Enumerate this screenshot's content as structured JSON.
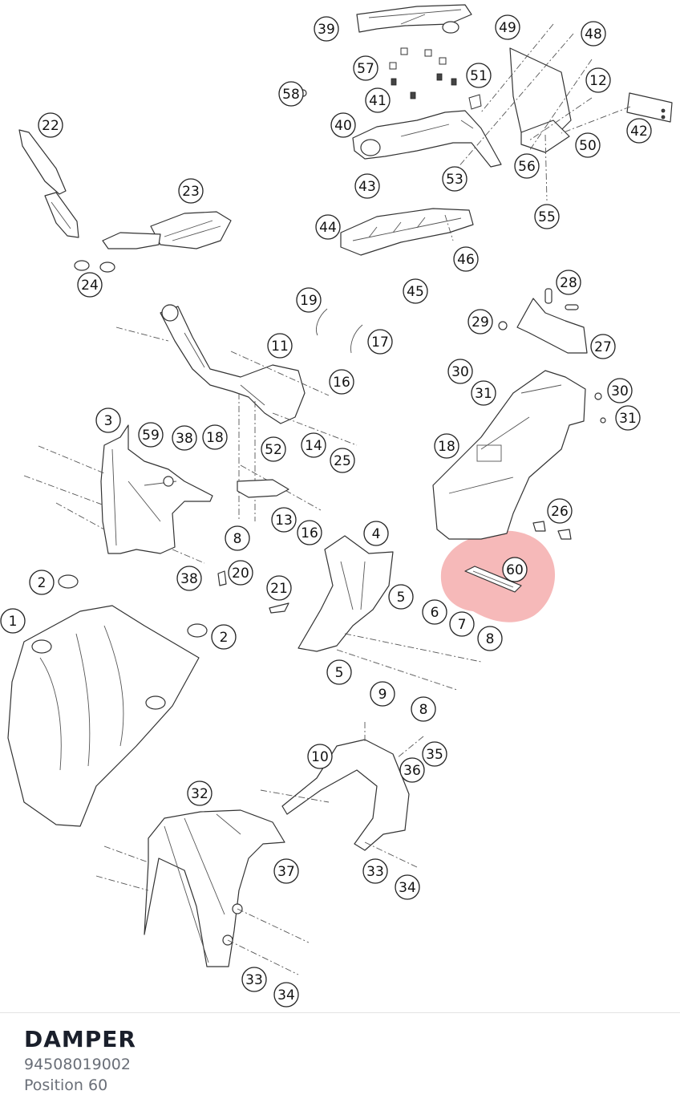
{
  "part": {
    "name": "DAMPER",
    "number": "94508019002",
    "position": "Position 60"
  },
  "highlight": {
    "label": "60",
    "color": "#f08a8a"
  },
  "callouts": [
    "39",
    "49",
    "48",
    "57",
    "51",
    "12",
    "58",
    "41",
    "42",
    "40",
    "50",
    "56",
    "53",
    "43",
    "55",
    "22",
    "23",
    "44",
    "46",
    "24",
    "45",
    "28",
    "19",
    "29",
    "27",
    "17",
    "11",
    "16",
    "30",
    "31",
    "30",
    "31",
    "3",
    "59",
    "38",
    "18",
    "52",
    "14",
    "25",
    "18",
    "26",
    "13",
    "16",
    "8",
    "4",
    "60",
    "2",
    "38",
    "20",
    "21",
    "5",
    "6",
    "7",
    "1",
    "2",
    "8",
    "5",
    "9",
    "8",
    "10",
    "35",
    "36",
    "32",
    "37",
    "33",
    "34",
    "33",
    "34"
  ]
}
